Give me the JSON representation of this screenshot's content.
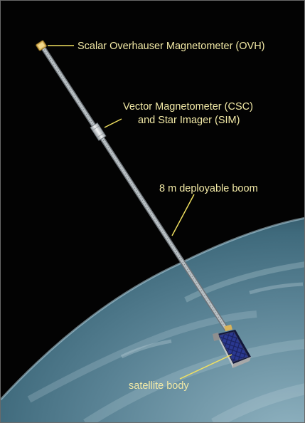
{
  "labels": {
    "ovh": "Scalar Overhauser Magnetometer (OVH)",
    "csc": "Vector Magnetometer (CSC)",
    "sim": "and Star Imager (SIM)",
    "boom": "8 m deployable boom",
    "body": "satellite body"
  },
  "colors": {
    "label_text": "#f2e9a6",
    "leader_line": "#f0e060",
    "space": "#030303",
    "earth": "#3f6a7c",
    "boom": "#a9b0b5",
    "solar_panel": "#1a2260",
    "sensor_gold": "#d9b35a"
  }
}
